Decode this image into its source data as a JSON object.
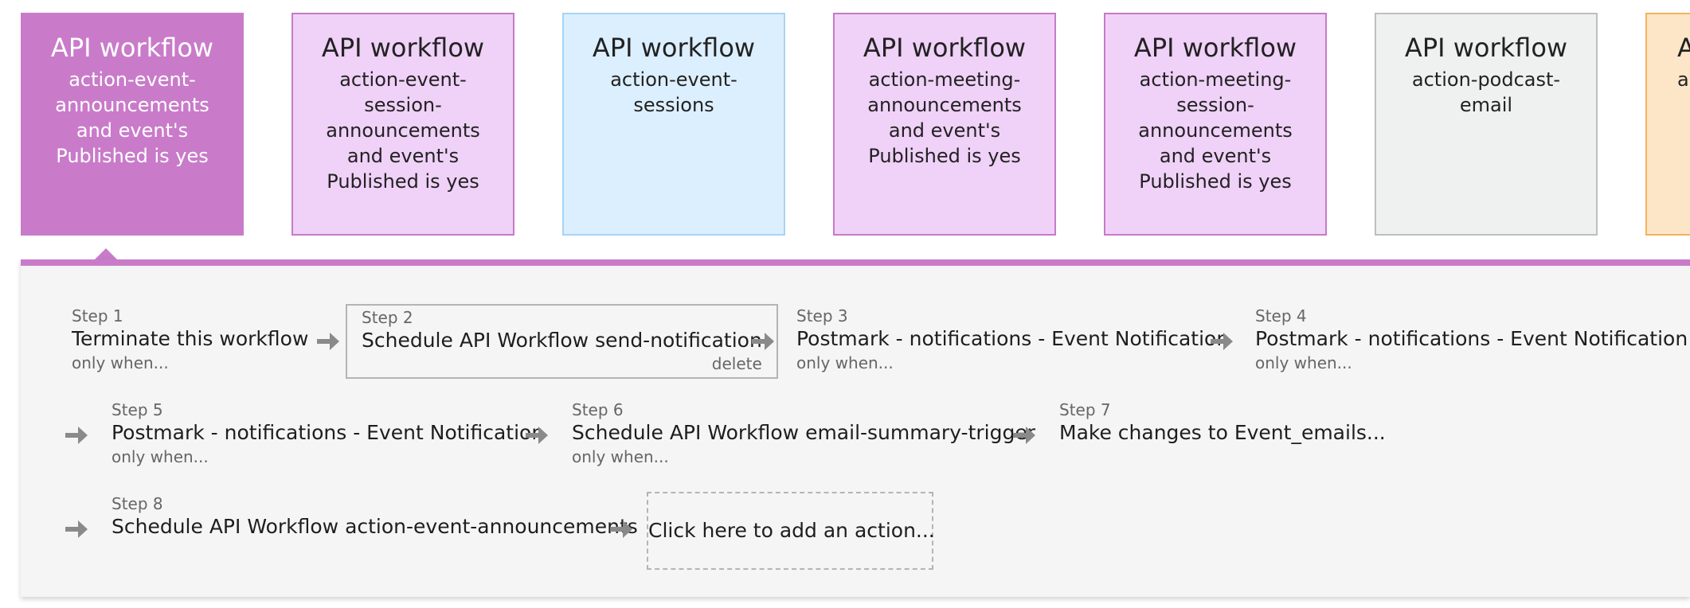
{
  "cards": [
    {
      "title": "API workflow",
      "description": "action-event-announcements and event's Published is yes"
    },
    {
      "title": "API workflow",
      "description": "action-event-session-announcements and event's Published is yes"
    },
    {
      "title": "API workflow",
      "description": "action-event-sessions"
    },
    {
      "title": "API workflow",
      "description": "action-meeting-announcements and event's Published is yes"
    },
    {
      "title": "API workflow",
      "description": "action-meeting-session-announcements and event's Published is yes"
    },
    {
      "title": "API workflow",
      "description": "action-podcast-email"
    },
    {
      "title": "A",
      "description": "a"
    }
  ],
  "steps": [
    {
      "number": "Step 1",
      "title": "Terminate this workflow",
      "condition": "only when..."
    },
    {
      "number": "Step 2",
      "title": "Schedule API Workflow send-notification",
      "delete_label": "delete"
    },
    {
      "number": "Step 3",
      "title": "Postmark - notifications - Event Notification",
      "condition": "only when..."
    },
    {
      "number": "Step 4",
      "title": "Postmark - notifications - Event Notification",
      "condition": "only when..."
    },
    {
      "number": "Step 5",
      "title": "Postmark - notifications - Event Notification",
      "condition": "only when..."
    },
    {
      "number": "Step 6",
      "title": "Schedule API Workflow email-summary-trigger",
      "condition": "only when..."
    },
    {
      "number": "Step 7",
      "title": "Make changes to Event_emails..."
    },
    {
      "number": "Step 8",
      "title": "Schedule API Workflow action-event-announcements"
    }
  ],
  "add_action_label": "Click here to add an action...",
  "icons": {
    "step_arrow": "arrow-right-icon"
  },
  "colors": {
    "selected": "#c97bc9",
    "pink": "#f0d1f8",
    "blue": "#dcefff",
    "gray": "#eff1f0",
    "orange": "#fde6c8",
    "arrow": "#8a8a8a"
  }
}
